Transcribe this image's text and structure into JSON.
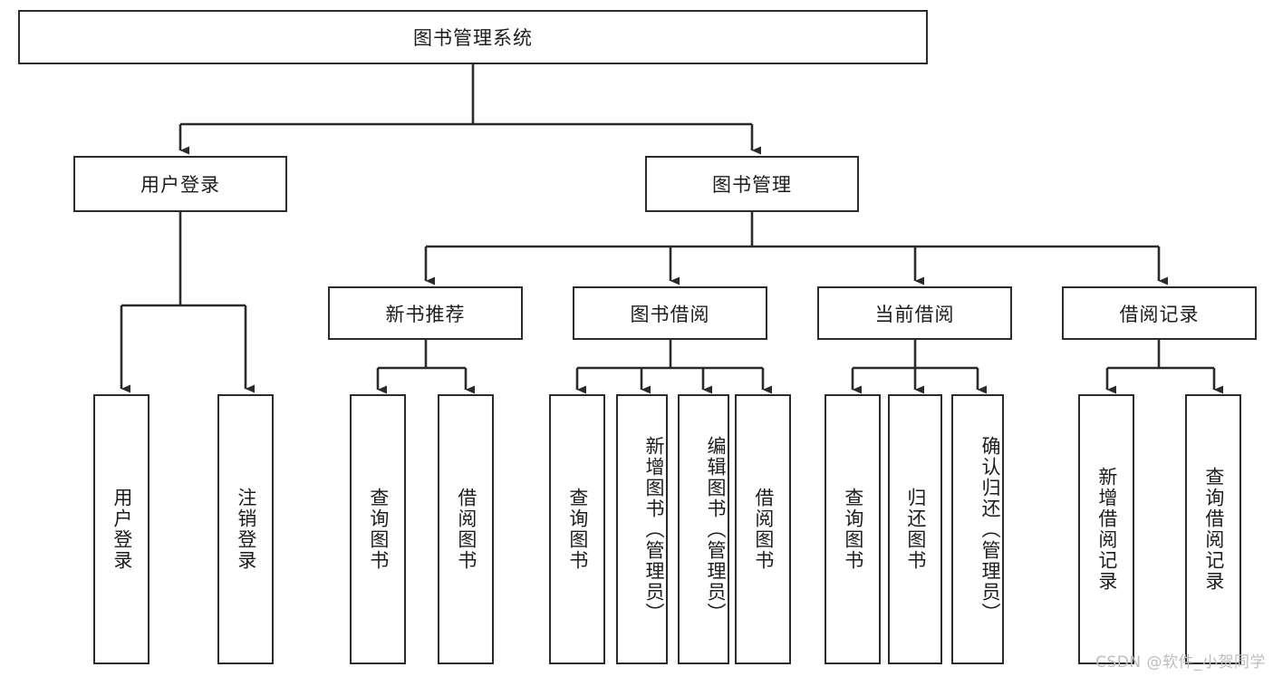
{
  "diagram": {
    "title": "图书管理系统",
    "type": "tree",
    "watermark": "CSDN @软件_小贺同学",
    "colors": {
      "box_border": "#2b2b2b",
      "box_fill": "#ffffff",
      "connector": "#2b2b2b",
      "text": "#1c1c1c",
      "watermark": "#bdbdbd"
    },
    "root": {
      "label": "图书管理系统",
      "children": [
        {
          "label": "用户登录",
          "children": [
            {
              "label": "用户登录"
            },
            {
              "label": "注销登录"
            }
          ]
        },
        {
          "label": "图书管理",
          "children": [
            {
              "label": "新书推荐",
              "children": [
                {
                  "label": "查询图书"
                },
                {
                  "label": "借阅图书"
                }
              ]
            },
            {
              "label": "图书借阅",
              "children": [
                {
                  "label": "查询图书"
                },
                {
                  "label": "新增图书（管理员）"
                },
                {
                  "label": "编辑图书（管理员）"
                },
                {
                  "label": "借阅图书"
                }
              ]
            },
            {
              "label": "当前借阅",
              "children": [
                {
                  "label": "查询图书"
                },
                {
                  "label": "归还图书"
                },
                {
                  "label": "确认归还（管理员）"
                }
              ]
            },
            {
              "label": "借阅记录",
              "children": [
                {
                  "label": "新增借阅记录"
                },
                {
                  "label": "查询借阅记录"
                }
              ]
            }
          ]
        }
      ]
    },
    "nodes": {
      "root": "图书管理系统",
      "l1_user_login": "用户登录",
      "l1_book_mgmt": "图书管理",
      "l2_new_book_rec": "新书推荐",
      "l2_book_borrow": "图书借阅",
      "l2_current_borrow": "当前借阅",
      "l2_borrow_record": "借阅记录",
      "leaf_user_login": "用户登录",
      "leaf_user_logout": "注销登录",
      "leaf_rec_query": "查询图书",
      "leaf_rec_borrow": "借阅图书",
      "leaf_borrow_query": "查询图书",
      "leaf_borrow_add": "新增图书（管理员）",
      "leaf_borrow_edit": "编辑图书（管理员）",
      "leaf_borrow_do": "借阅图书",
      "leaf_cur_query": "查询图书",
      "leaf_cur_return": "归还图书",
      "leaf_cur_confirm": "确认归还（管理员）",
      "leaf_rec_add": "新增借阅记录",
      "leaf_rec_query2": "查询借阅记录"
    }
  }
}
